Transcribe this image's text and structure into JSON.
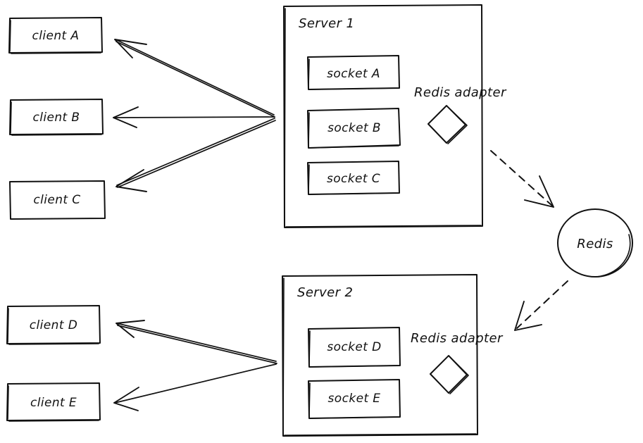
{
  "diagram": {
    "title": "socket.io redis adapter multi-server diagram",
    "style": "hand-drawn",
    "stroke_color": "#111111",
    "background_color": "#ffffff"
  },
  "clients": {
    "top_group": [
      {
        "id": "client-a",
        "label": "client A"
      },
      {
        "id": "client-b",
        "label": "client B"
      },
      {
        "id": "client-c",
        "label": "client C"
      }
    ],
    "bottom_group": [
      {
        "id": "client-d",
        "label": "client D"
      },
      {
        "id": "client-e",
        "label": "client E"
      }
    ]
  },
  "servers": [
    {
      "id": "server-1",
      "label": "Server 1",
      "adapter_label": "Redis adapter",
      "sockets": [
        {
          "id": "socket-a",
          "label": "socket A"
        },
        {
          "id": "socket-b",
          "label": "socket B"
        },
        {
          "id": "socket-c",
          "label": "socket C"
        }
      ]
    },
    {
      "id": "server-2",
      "label": "Server 2",
      "adapter_label": "Redis adapter",
      "sockets": [
        {
          "id": "socket-d",
          "label": "socket D"
        },
        {
          "id": "socket-e",
          "label": "socket E"
        }
      ]
    }
  ],
  "broker": {
    "id": "redis",
    "label": "Redis",
    "shape": "circle"
  },
  "connections": [
    {
      "from": "server-1",
      "to": "client-a",
      "style": "solid"
    },
    {
      "from": "server-1",
      "to": "client-b",
      "style": "solid"
    },
    {
      "from": "server-1",
      "to": "client-c",
      "style": "solid"
    },
    {
      "from": "server-2",
      "to": "client-d",
      "style": "solid"
    },
    {
      "from": "server-2",
      "to": "client-e",
      "style": "solid"
    },
    {
      "from": "server-1-adapter",
      "to": "redis",
      "style": "dashed"
    },
    {
      "from": "redis",
      "to": "server-2-adapter",
      "style": "dashed"
    }
  ]
}
